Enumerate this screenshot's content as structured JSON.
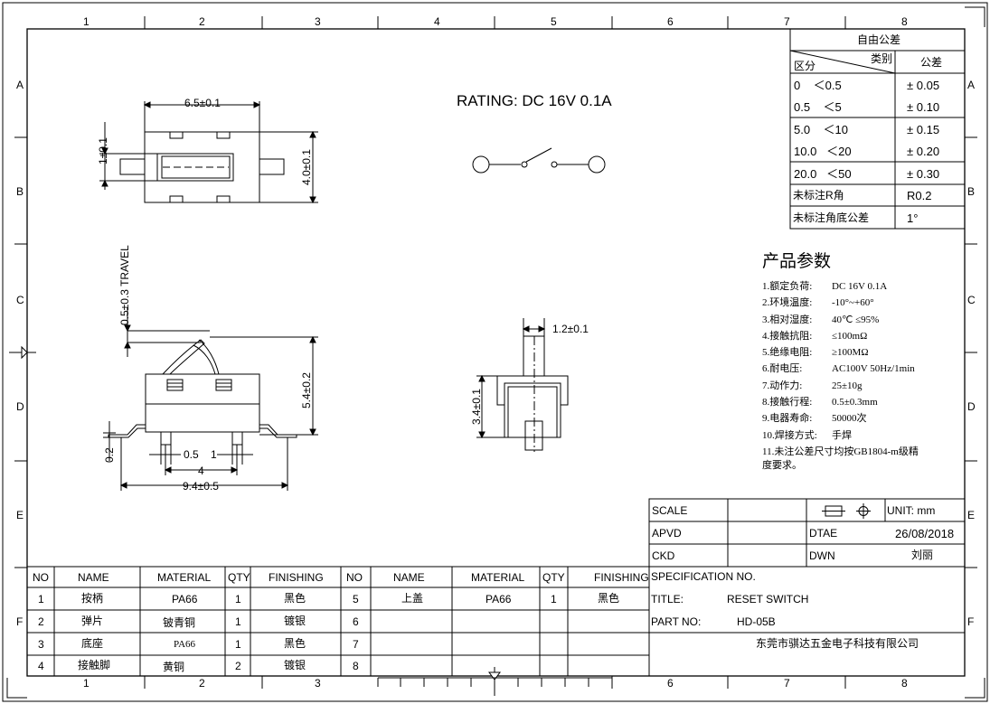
{
  "grid": {
    "cols": [
      "1",
      "2",
      "3",
      "4",
      "5",
      "6",
      "7",
      "8"
    ],
    "bottom_cols": [
      "1",
      "2",
      "3",
      "6",
      "7",
      "8"
    ],
    "rows": [
      "A",
      "B",
      "C",
      "D",
      "E",
      "F"
    ]
  },
  "rating": "RATING: DC 16V 0.1A",
  "dims": {
    "top_width": "6.5±0.1",
    "top_slot": "1±0.1",
    "top_height": "4.0±0.1",
    "travel": "0.5±0.3 TRAVEL",
    "side_height": "5.4±0.2",
    "lead_thk": "0.2",
    "d05": "0.5",
    "d1": "1",
    "d4": "4",
    "d94": "9.4±0.5",
    "end_width": "1.2±0.1",
    "end_height": "3.4±0.1"
  },
  "tolerance": {
    "title": "自由公差",
    "hdr_type": "类别",
    "hdr_zone": "区分",
    "hdr_tol": "公差",
    "rows": [
      {
        "range": "0    ＜0.5",
        "tol": "± 0.05"
      },
      {
        "range": "0.5    ＜5",
        "tol": "± 0.10"
      },
      {
        "range": "5.0    ＜10",
        "tol": "± 0.15"
      },
      {
        "range": "10.0   ＜20",
        "tol": "± 0.20"
      },
      {
        "range": "20.0   ＜50",
        "tol": "± 0.30"
      },
      {
        "range": "未标注R角",
        "tol": "R0.2"
      },
      {
        "range": "未标注角底公差",
        "tol": "1°"
      }
    ]
  },
  "params": {
    "title": "产品参数",
    "items": [
      {
        "k": "1.额定负荷:",
        "v": "DC 16V 0.1A"
      },
      {
        "k": "2.环境温度:",
        "v": "-10°~+60°"
      },
      {
        "k": "3.相对湿度:",
        "v": "40℃  ≤95%"
      },
      {
        "k": "4.接触抗阻:",
        "v": "≤100mΩ"
      },
      {
        "k": "5.绝缘电阻:",
        "v": "≥100MΩ"
      },
      {
        "k": "6.耐电压:",
        "v": "AC100V 50Hz/1min"
      },
      {
        "k": "7.动作力:",
        "v": "25±10g"
      },
      {
        "k": "8.接触行程:",
        "v": "0.5±0.3mm"
      },
      {
        "k": "9.电器寿命:",
        "v": "50000次"
      },
      {
        "k": "10.焊接方式:",
        "v": "手焊"
      }
    ],
    "note_line1": "11.未注公差尺寸均按GB1804-m级精",
    "note_line2": "度要求。"
  },
  "title_block": {
    "scale": "SCALE",
    "unit": "UNIT: mm",
    "apvd": "APVD",
    "dtae": "DTAE",
    "date": "26/08/2018",
    "ckd": "CKD",
    "dwn": "DWN",
    "drawer": "刘丽",
    "spec": "SPECIFICATION NO.",
    "title_k": "TITLE:",
    "title_v": "RESET SWITCH",
    "part_k": "PART NO:",
    "part_v": "HD-05B",
    "company": "东莞市骐达五金电子科技有限公司"
  },
  "bom": {
    "headers": [
      "NO",
      "NAME",
      "MATERIAL",
      "QTY",
      "FINISHING",
      "NO",
      "NAME",
      "MATERIAL",
      "QTY",
      "FINISHING"
    ],
    "rows": [
      [
        "1",
        "按柄",
        "PA66",
        "1",
        "黑色",
        "5",
        "上盖",
        "PA66",
        "1",
        "黑色"
      ],
      [
        "2",
        "弹片",
        "铍青铜",
        "1",
        "镀银",
        "6",
        "",
        "",
        "",
        ""
      ],
      [
        "3",
        "底座",
        "PA66",
        "1",
        "黑色",
        "7",
        "",
        "",
        "",
        ""
      ],
      [
        "4",
        "接触脚",
        "黄铜",
        "2",
        "镀银",
        "8",
        "",
        "",
        "",
        ""
      ]
    ]
  }
}
